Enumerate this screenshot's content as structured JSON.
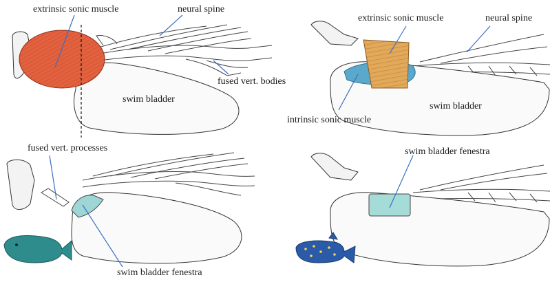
{
  "panels": {
    "top_left": {
      "labels": {
        "extrinsic_muscle": "extrinsic sonic muscle",
        "neural_spine": "neural spine",
        "fused_bodies": "fused vert. bodies",
        "swim_bladder": "swim bladder"
      },
      "colors": {
        "muscle": "#e2613f"
      }
    },
    "bottom_left": {
      "labels": {
        "fused_processes": "fused vert. processes",
        "fenestra": "swim bladder fenestra"
      },
      "colors": {
        "fenestra": "#9ed6d6",
        "fish": "#2f8c8c"
      }
    },
    "top_right": {
      "labels": {
        "extrinsic_muscle": "extrinsic sonic muscle",
        "neural_spine": "neural spine",
        "intrinsic_muscle": "intrinsic sonic muscle",
        "swim_bladder": "swim bladder"
      },
      "colors": {
        "extrinsic_muscle": "#e3a95a",
        "intrinsic_muscle": "#5aa9cc"
      }
    },
    "bottom_right": {
      "labels": {
        "fenestra": "swim bladder fenestra"
      },
      "colors": {
        "fenestra": "#a6dcd8",
        "fish": "#2a5aa8"
      }
    }
  },
  "colors": {
    "leader_line": "#3a6fc4",
    "outline": "#333333"
  }
}
